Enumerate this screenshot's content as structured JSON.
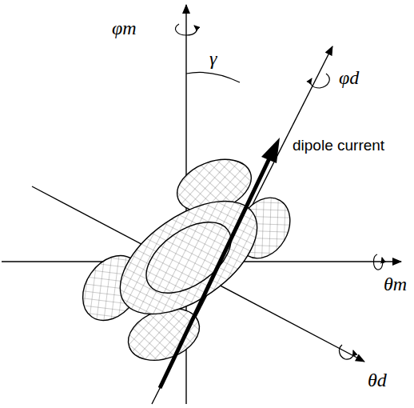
{
  "diagram": {
    "labels": [
      "φm",
      "γ",
      "φd",
      "dipole current",
      "θm",
      "θd"
    ]
  }
}
